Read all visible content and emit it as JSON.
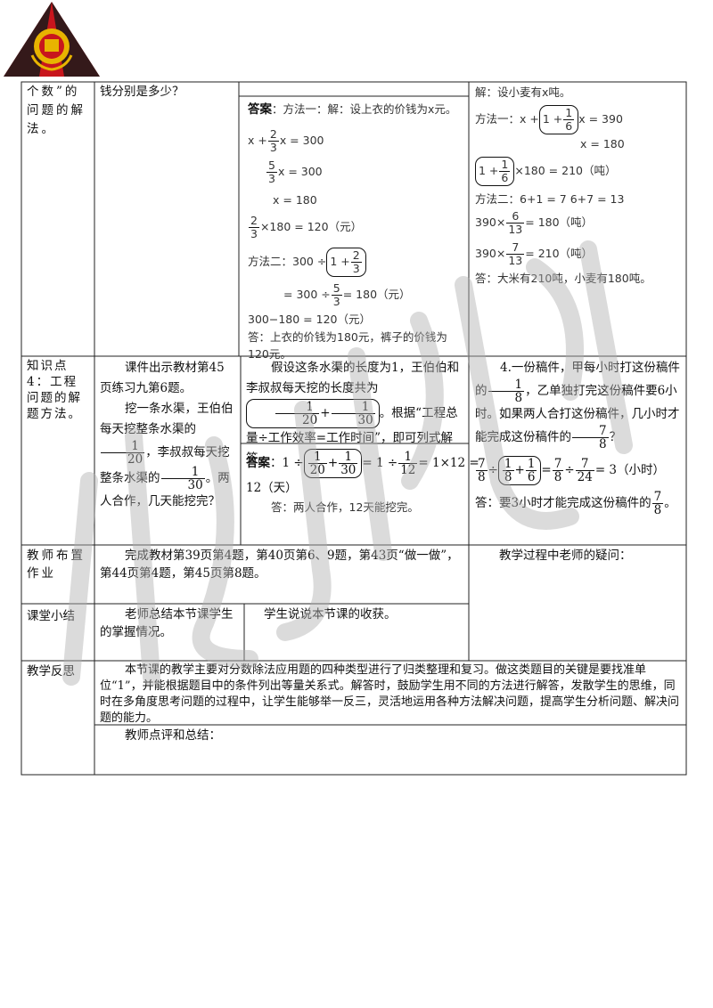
{
  "row1": {
    "col1": "个数”的问题的解法。",
    "col2": "钱分别是多少？",
    "answer_label": "答案",
    "method1_head": "：方法一：解：设上衣的价钱为x元。",
    "eq1_frac_n": "2",
    "eq1_frac_d": "3",
    "eq1_left": "x +",
    "eq1_right": "x = 300",
    "eq2_frac_n": "5",
    "eq2_frac_d": "3",
    "eq2_right": "x = 300",
    "eq3": "x = 180",
    "eq4_frac_n": "2",
    "eq4_frac_d": "3",
    "eq4_right": "×180 = 120（元）",
    "method2_prefix": "方法二：300 ÷",
    "method2_paren_left": "1 +",
    "method2_frac_n": "2",
    "method2_frac_d": "3",
    "eq6_left": "= 300 ÷",
    "eq6_frac_n": "5",
    "eq6_frac_d": "3",
    "eq6_right": "= 180（元）",
    "eq7": "300−180 = 120（元）",
    "conclusion": "答：上衣的价钱为180元，裤子的价钱为120元。",
    "col4_head": "解：设小麦有x吨。",
    "m1_prefix": "方法一：x +",
    "m1_paren_left": "1 +",
    "m1_frac_n": "1",
    "m1_frac_d": "6",
    "m1_right": "x = 390",
    "m1_eq2": "x = 180",
    "m1_eq3_paren_left": "1 +",
    "m1_eq3_frac_n": "1",
    "m1_eq3_frac_d": "6",
    "m1_eq3_right": "×180 = 210（吨）",
    "m2_head": "方法二：6+1 = 7    6+7 = 13",
    "m2_eq1_left": "390×",
    "m2_eq1_frac_n": "6",
    "m2_eq1_frac_d": "13",
    "m2_eq1_right": "= 180（吨）",
    "m2_eq2_left": "390×",
    "m2_eq2_frac_n": "7",
    "m2_eq2_frac_d": "13",
    "m2_eq2_right": "= 210（吨）",
    "col4_conclusion": "答：大米有210吨，小麦有180吨。"
  },
  "row2": {
    "col1": "知识点4：工程问题的解题方法。",
    "col2_p1": "课件出示教材第45页练习九第6题。",
    "col2_p2_a": "挖一条水渠，王伯伯每天挖整条水渠的",
    "col2_frac1_n": "1",
    "col2_frac1_d": "20",
    "col2_p2_b": "，李叔叔每天挖整条水渠的",
    "col2_frac2_n": "1",
    "col2_frac2_d": "30",
    "col2_p2_c": "。两人合作，几天能挖完？",
    "col3_p1_a": "假设这条水渠的长度为1，王伯伯和李叔叔每天挖的长度共为",
    "col3_frac1_n": "1",
    "col3_frac1_d": "20",
    "col3_plus": "+",
    "col3_frac2_n": "1",
    "col3_frac2_d": "30",
    "col3_p1_b": "。根据“工程总量÷工作效率=工作时间”，即可列式解答。",
    "answer_label": "答案",
    "ans_prefix": "：1 ÷",
    "ans_f1_n": "1",
    "ans_f1_d": "20",
    "ans_plus": "+",
    "ans_f2_n": "1",
    "ans_f2_d": "30",
    "ans_mid": "= 1 ÷",
    "ans_f3_n": "1",
    "ans_f3_d": "12",
    "ans_right": "= 1×12 =",
    "ans_line2": "12（天）",
    "ans_conclusion": "答：两人合作，12天能挖完。",
    "col4_p1_a": "4.一份稿件，甲每小时打这份稿件的",
    "col4_f1_n": "1",
    "col4_f1_d": "8",
    "col4_p1_b": "，乙单独打完这份稿件要6小时。如果两人合打这份稿件，几小时才能完成这份稿件的",
    "col4_f2_n": "7",
    "col4_f2_d": "8",
    "col4_p1_c": "？",
    "col4_eq_f1_n": "7",
    "col4_eq_f1_d": "8",
    "col4_eq_div1": "÷",
    "col4_eq_pf1_n": "1",
    "col4_eq_pf1_d": "8",
    "col4_eq_plus": "+",
    "col4_eq_pf2_n": "1",
    "col4_eq_pf2_d": "6",
    "col4_eq_eq1": "=",
    "col4_eq_f3_n": "7",
    "col4_eq_f3_d": "8",
    "col4_eq_div2": "÷",
    "col4_eq_f4_n": "7",
    "col4_eq_f4_d": "24",
    "col4_eq_right": "= 3（小时）",
    "col4_ans_a": "答：要3小时才能完成这份稿件的",
    "col4_ans_f_n": "7",
    "col4_ans_f_d": "8",
    "col4_ans_b": "。"
  },
  "row3": {
    "col1": "教师布置作业",
    "content": "完成教材第39页第4题，第40页第6、9题，第43页“做一做”，第44页第4题，第45页第8题。",
    "right": "教学过程中老师的疑问："
  },
  "row4": {
    "col1": "课堂小结",
    "teacher": "老师总结本节课学生的掌握情况。",
    "student": "学生说说本节课的收获。"
  },
  "row5": {
    "col1": "教学反思",
    "content": "本节课的教学主要对分数除法应用题的四种类型进行了归类整理和复习。做这类题目的关键是要找准单位“1”，并能根据题目中的条件列出等量关系式。解答时，鼓励学生用不同的方法进行解答，发散学生的思维，同时在多角度思考问题的过程中，让学生能够举一反三，灵活地运用各种方法解决问题，提高学生分析问题、解决问题的能力。",
    "review": "教师点评和总结："
  },
  "colors": {
    "logo_red": "#c8161d",
    "logo_black": "#1a1a1a",
    "logo_gold": "#e8b400",
    "watermark": "#b0b0b0"
  }
}
